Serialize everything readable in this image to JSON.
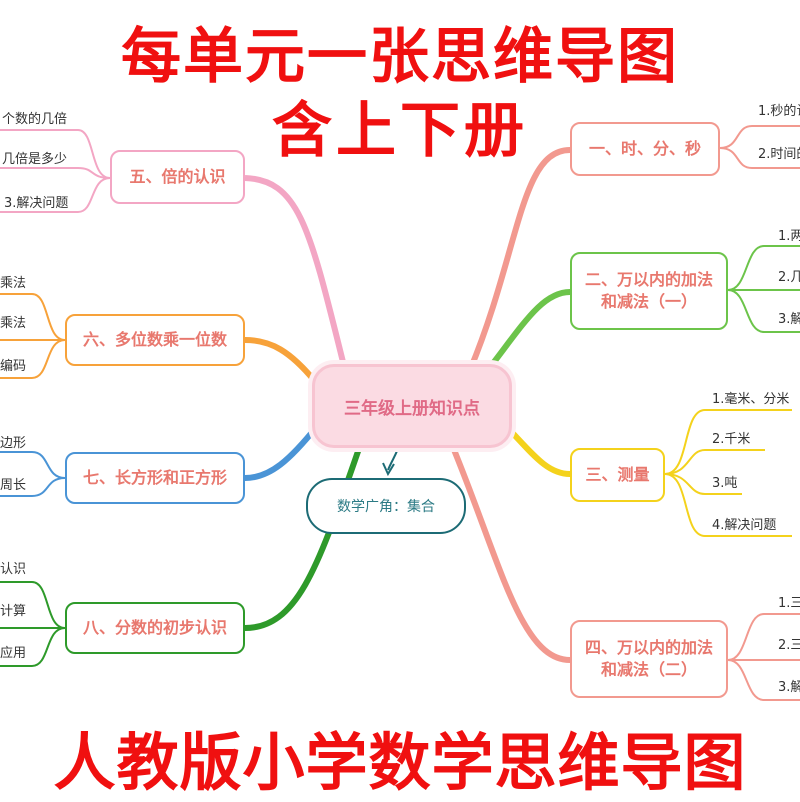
{
  "header": {
    "line1": "每单元一张思维导图",
    "line2": "含上下册"
  },
  "footer": {
    "line1": "人教版小学数学思维导图"
  },
  "center": {
    "label": "三年级上册知识点"
  },
  "extra": {
    "label": "数学广角：集合"
  },
  "colors": {
    "banner": "#f01010",
    "unit1": "#f2998f",
    "unit2": "#6cc44a",
    "unit3": "#f4d21c",
    "unit4": "#f2998f",
    "unit5": "#f3a6c4",
    "unit6": "#f7a23a",
    "unit7": "#4a94d6",
    "unit8": "#2e9a2a"
  },
  "units": [
    {
      "title": "一、时、分、秒",
      "leaves": [
        "1.秒的认",
        "2.时间的"
      ]
    },
    {
      "title": "二、万以内的加法\n和减法（一）",
      "leaves": [
        "1.两",
        "2.几",
        "3.解"
      ]
    },
    {
      "title": "三、测量",
      "leaves": [
        "1.毫米、分米",
        "2.千米",
        "3.吨",
        "4.解决问题"
      ]
    },
    {
      "title": "四、万以内的加法\n和减法（二）",
      "leaves": [
        "1.三",
        "2.三",
        "3.解"
      ]
    },
    {
      "title": "五、倍的认识",
      "leaves": [
        "个数的几倍",
        "几倍是多少",
        "3.解决问题"
      ]
    },
    {
      "title": "六、多位数乘一位数",
      "leaves": [
        "乘法",
        "乘法",
        "编码"
      ]
    },
    {
      "title": "七、长方形和正方形",
      "leaves": [
        "边形",
        "周长"
      ]
    },
    {
      "title": "八、分数的初步认识",
      "leaves": [
        "认识",
        "计算",
        "应用"
      ]
    }
  ]
}
